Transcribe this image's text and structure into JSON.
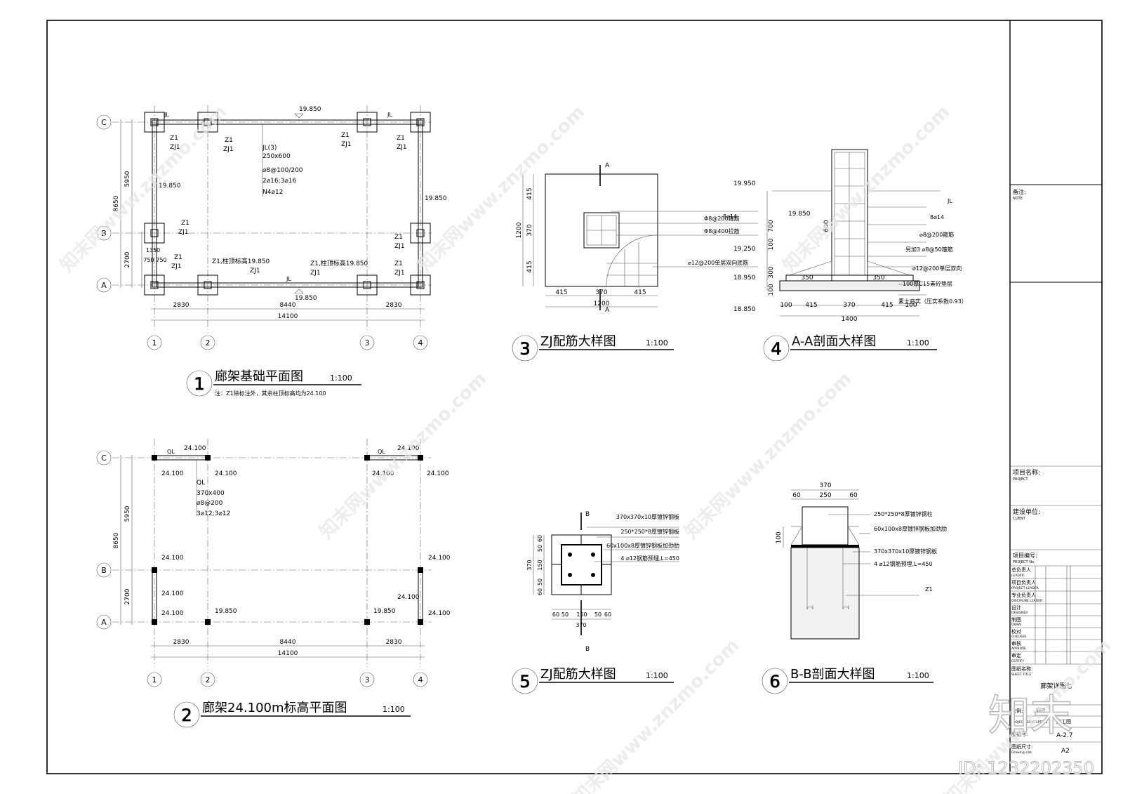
{
  "drawing1": {
    "title": "廊架基础平面图",
    "scale": "1:100",
    "number": "1",
    "note": "注：Z1除标注外，其余柱顶标高均为24.100",
    "axes_rows": [
      "C",
      "B",
      "A"
    ],
    "axes_cols": [
      "1",
      "2",
      "3",
      "4"
    ],
    "dims_h": [
      "2830",
      "8440",
      "2830",
      "14100"
    ],
    "dims_v": [
      "5950",
      "2700",
      "8650",
      "1350",
      "750",
      "750"
    ],
    "beam_note": [
      "JL(3)",
      "250x600",
      "⌀8@100/200",
      "2⌀16;3⌀16",
      "N4⌀12"
    ],
    "labels": {
      "z1": "Z1",
      "zj1": "ZJ1",
      "jl": "JL",
      "elev_top": "19.850",
      "elev_bot": "19.850",
      "elev_left": "19.850",
      "elev_right": "19.850",
      "z1_a1": "Z1,柱顶标高19.850",
      "z1_a2": "Z1,柱顶标高19.850"
    }
  },
  "drawing2": {
    "title": "廊架24.100m标高平面图",
    "scale": "1:100",
    "number": "2",
    "axes_rows": [
      "C",
      "B",
      "A"
    ],
    "axes_cols": [
      "1",
      "2",
      "3",
      "4"
    ],
    "dims_h": [
      "2830",
      "8440",
      "2830",
      "14100"
    ],
    "dims_v": [
      "5950",
      "2700",
      "8650"
    ],
    "beam_note": [
      "QL",
      "370x400",
      "⌀8@200",
      "3⌀12;3⌀12"
    ],
    "labels": {
      "ql": "QL",
      "e24": "24.100",
      "e19": "19.850"
    }
  },
  "drawing3": {
    "title": "ZJ配筋大样图",
    "scale": "1:100",
    "number": "3",
    "section": "A",
    "dims_h": [
      "415",
      "370",
      "415",
      "1200"
    ],
    "dims_v": [
      "415",
      "370",
      "415",
      "1200"
    ],
    "callouts": [
      "8⌀14",
      "Φ8@200箍筋",
      "Φ8@400拉筋",
      "⌀12@200单层双向底筋"
    ]
  },
  "drawing4": {
    "title": "A-A剖面大样图",
    "scale": "1:100",
    "number": "4",
    "elevations": [
      "19.950",
      "19.850",
      "19.250",
      "18.950",
      "18.850"
    ],
    "dims_v": [
      "700",
      "600",
      "100",
      "300",
      "100"
    ],
    "dims_h": [
      "100",
      "415",
      "370",
      "415",
      "100",
      "1400"
    ],
    "inner_dims": [
      "350",
      "350"
    ],
    "callouts": [
      "JL",
      "8⌀14",
      "⌀8@200箍筋",
      "另加3 ⌀8@50箍筋",
      "⌀12@200单层双向",
      "100厚C15素砼垫层",
      "素土夯实（压实系数0.93）"
    ]
  },
  "drawing5": {
    "title": "ZJ配筋大样图",
    "scale": "1:100",
    "number": "5",
    "section": "B",
    "dims_h": [
      "60",
      "50",
      "150",
      "50",
      "60",
      "370"
    ],
    "dims_v": [
      "60",
      "50",
      "150",
      "50",
      "60",
      "370"
    ],
    "callouts": [
      "370x370x10厚镀锌钢板",
      "250*250*8厚镀锌钢板",
      "60x100x8厚镀锌钢板加劲肋",
      "4 ⌀12钢筋预埋,L=450"
    ]
  },
  "drawing6": {
    "title": "B-B剖面大样图",
    "scale": "1:100",
    "number": "6",
    "dims_h": [
      "370",
      "60",
      "250",
      "60"
    ],
    "dims_v": [
      "100"
    ],
    "callouts": [
      "250*250*8厚镀锌钢柱",
      "60x100x8厚镀锌钢板加劲肋",
      "370x370x10厚镀锌钢板",
      "4 ⌀12钢筋预埋,L=450",
      "Z1"
    ]
  },
  "titleblock": {
    "note_label": "备注:",
    "note_en": "NOTE",
    "project_label": "项目名称:",
    "project_en": "PROJECT",
    "client_label": "建设单位:",
    "client_en": "CLIENT",
    "projno_label": "项目编号:",
    "projno_en": "PROJECT No.",
    "roles": [
      {
        "cn": "总负责人",
        "en": "LEADER"
      },
      {
        "cn": "项目负责人",
        "en": "PROJECT LEADER"
      },
      {
        "cn": "专业负责人",
        "en": "DISCIPLINE LEADER"
      },
      {
        "cn": "设计",
        "en": "DESIGNER"
      },
      {
        "cn": "制图",
        "en": "DRAW"
      },
      {
        "cn": "校对",
        "en": "CHECKER"
      },
      {
        "cn": "审核",
        "en": "APPROVE"
      },
      {
        "cn": "审定",
        "en": "CERTIFY"
      }
    ],
    "sheet_title_label": "图纸名称:",
    "sheet_title_en": "SHEET TITLE",
    "sheet_title": "廊架详图七",
    "scale_label": "比例:",
    "scale_value": "见图",
    "desc_label": "PROJECT DESCRIPTION",
    "desc_value": "施工图",
    "dwgno_label": "图纸号:",
    "dwgno_value": "A-2.7",
    "size_label": "图纸尺寸:",
    "size_en": "Drawing size",
    "size_value": "A2"
  },
  "watermark": {
    "text": "知末网www.znzmo.com",
    "brand": "知末",
    "id": "ID: 1232202350"
  }
}
